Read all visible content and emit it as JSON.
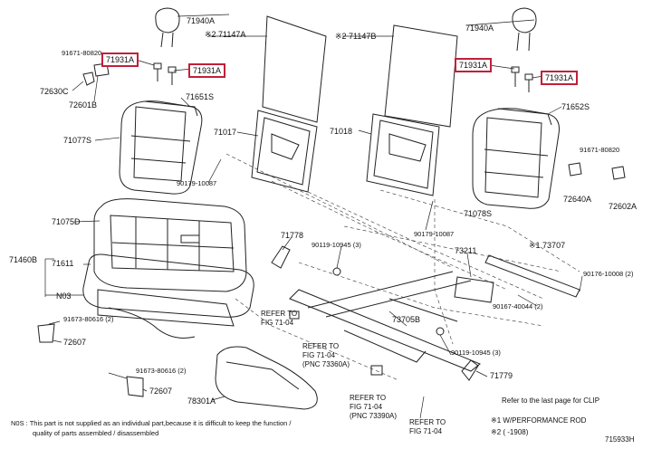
{
  "labels": {
    "headrest_left": "71940A",
    "headrest_right": "71940A",
    "bolt_91671_left": "91671-80820",
    "support_left_a": "71931A",
    "support_left_b": "71931A",
    "support_right_a": "71931A",
    "support_right_b": "71931A",
    "cover_72630c": "72630C",
    "hinge_72601b": "72601B",
    "pad_71651s": "71651S",
    "back_71077s": "71077S",
    "board_71147a": "※2 71147A",
    "board_71147b": "※2 71147B",
    "frame_71017": "71017",
    "frame_71018": "71018",
    "pad_71652s": "71652S",
    "clip_90179_left": "90179-10087",
    "clip_90179_right": "90179-10087",
    "bolt_91671_right": "91671-80820",
    "cover_72640a": "72640A",
    "cover_72602a": "72602A",
    "back_71078s": "71078S",
    "cushion_71075d": "71075D",
    "cushion_71460b": "71460B",
    "cushion_71611": "71611",
    "no3": "N03",
    "lever_71778": "71778",
    "bolt_90119_a": "90119-10945 (3)",
    "motor_73211": "73211",
    "rod_73707": "※1 73707",
    "clip_90176": "90176-10008 (2)",
    "nut_90167": "90167-40044 (2)",
    "cover_73705b": "73705B",
    "bolt_90119_b": "90119-10945 (3)",
    "lever_71779": "71779",
    "bolt_91673_a": "91673-80616 (2)",
    "bracket_72607_a": "72607",
    "bolt_91673_b": "91673-80616 (2)",
    "bracket_72607_b": "72607",
    "cover_78301a": "78301A",
    "refer_1": "REFER TO\nFIG 71-04",
    "refer_2": "REFER TO\nFIG 71-04\n(PNC 73360A)",
    "refer_3": "REFER TO\nFIG 71-04\n(PNC 73390A)",
    "refer_4": "REFER TO\nFIG 71-04",
    "clip_note": "Refer to the last page for CLIP",
    "legend_1": "※1 W/PERFORMANCE ROD",
    "legend_2": "※2 (    -1908)",
    "nos_note_1": "N0S : This part is not supplied as an individual part,because it is difficult to keep the function /",
    "nos_note_2": "quality of parts assembled / disassembled",
    "figure_id": "715933H"
  },
  "colors": {
    "highlight_box": "#c0203a",
    "line": "#222222"
  }
}
